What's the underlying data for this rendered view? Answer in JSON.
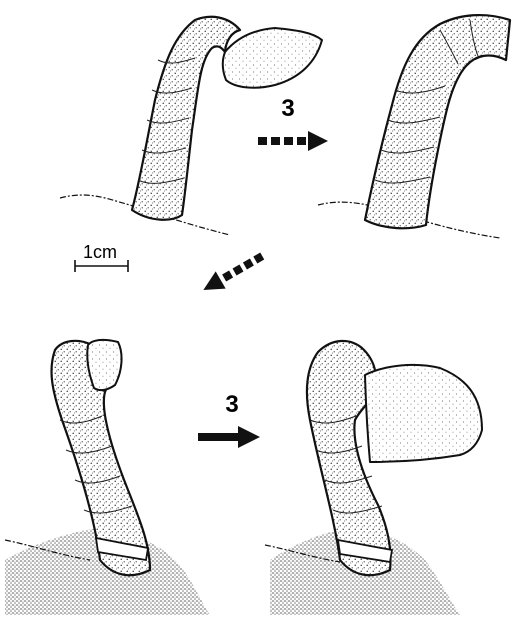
{
  "figure": {
    "steps": [
      {
        "label": "3",
        "arrow_style": "dashed"
      },
      {
        "label": "3",
        "arrow_style": "solid"
      }
    ],
    "scale_bar_label": "1cm",
    "colors": {
      "ink": "#111111",
      "paper": "#ffffff"
    }
  }
}
